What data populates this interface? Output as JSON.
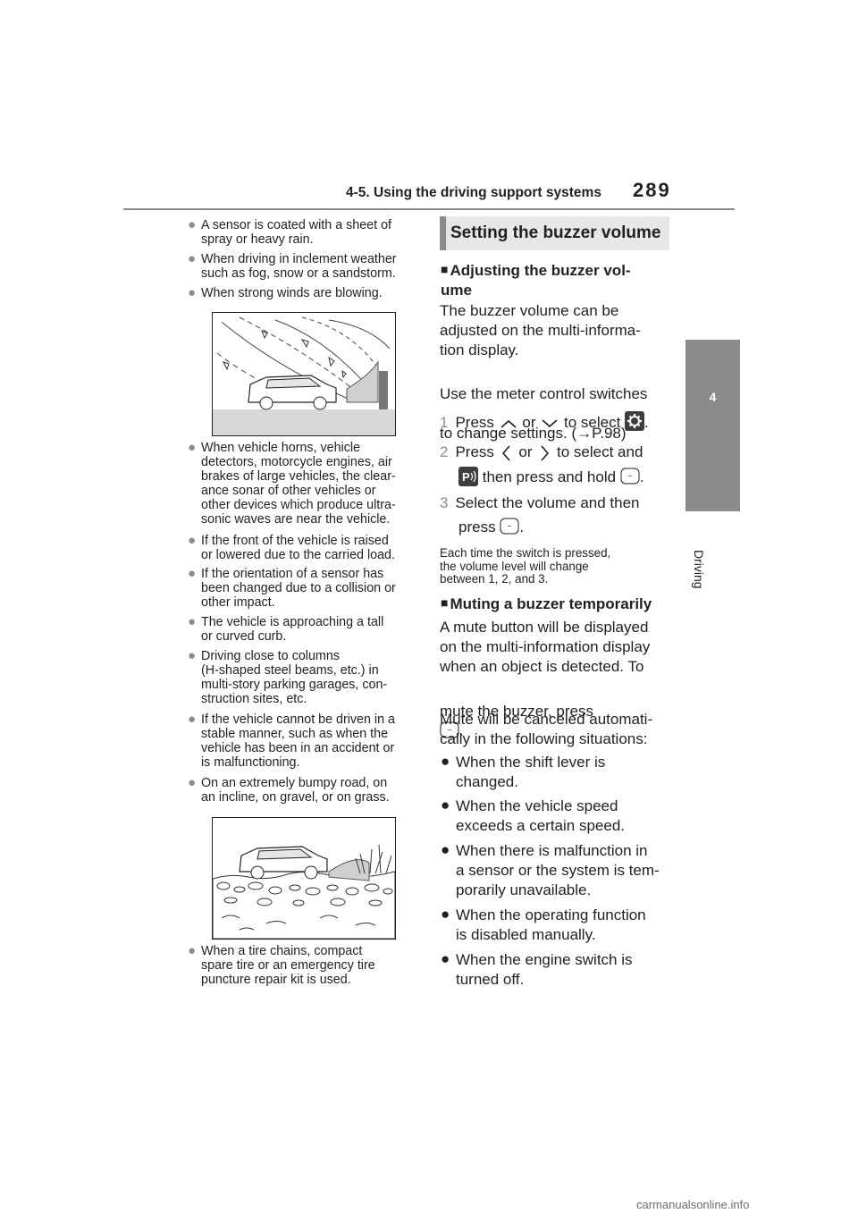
{
  "header": {
    "section_title": "4-5. Using the driving support systems",
    "page_number": "289"
  },
  "side_tab": {
    "chapter_number": "4",
    "chapter_label": "Driving"
  },
  "left_column": {
    "bullets_top": [
      "A sensor is coated with a sheet of\nspray or heavy rain.",
      "When driving in inclement weather\nsuch as fog, snow or a sandstorm.",
      "When strong winds are blowing."
    ],
    "bullets_middle": [
      "When vehicle horns, vehicle\ndetectors, motorcycle engines, air\nbrakes of large vehicles, the clear-\nance sonar of other vehicles or\nother devices which produce ultra-\nsonic waves are near the vehicle.",
      "If the front of the vehicle is raised\nor lowered due to the carried load.",
      "If the orientation of a sensor has\nbeen changed due to a collision or\nother impact.",
      "The vehicle is approaching a tall\nor curved curb.",
      "Driving close to columns\n(H-shaped steel beams, etc.) in\nmulti-story parking garages, con-\nstruction sites, etc.",
      "If the vehicle cannot be driven in a\nstable manner, such as when the\nvehicle has been in an accident or\nis malfunctioning.",
      "On an extremely bumpy road, on\nan incline, on gravel, or on grass."
    ],
    "bullets_bottom": [
      "When a tire chains, compact\nspare tire or an emergency tire\npuncture repair kit is used."
    ]
  },
  "right_column": {
    "section_heading": "Setting the buzzer volume",
    "adjust": {
      "heading": "Adjusting the buzzer vol-\nume",
      "para1": "The buzzer volume can be\nadjusted on the multi-informa-\ntion display.",
      "para2_line1": "Use the meter control switches",
      "para2_line2": "to change settings. (",
      "para2_arrow": "→",
      "para2_ref": "P.98)",
      "step1": {
        "num": "1",
        "press": "Press",
        "or": "or",
        "tail": "to select",
        "end": "."
      },
      "step2": {
        "num": "2",
        "press": "Press",
        "or": "or",
        "tail": "to select and",
        "line2": "then press and hold",
        "end": "."
      },
      "step3": {
        "num": "3",
        "line1": "Select the volume and then",
        "line2": "press",
        "end": "."
      },
      "note": "Each time the switch is pressed,\nthe volume level will change\nbetween 1, 2, and 3."
    },
    "mute": {
      "heading": "Muting a buzzer temporarily",
      "para1": "A mute button will be displayed\non the multi-information display\nwhen an object is detected. To",
      "para1_last": "mute the buzzer, press",
      "para1_end": ".",
      "para2": "Mute will be canceled automati-\ncally in the following situations:",
      "bullets": [
        "When the shift lever is\nchanged.",
        "When the vehicle speed\nexceeds a certain speed.",
        "When there is malfunction in\na sensor or the system is tem-\nporarily unavailable.",
        "When the operating function\nis disabled manually.",
        "When the engine switch is\nturned off."
      ]
    }
  },
  "icons": {
    "bullet": "circle-bullet",
    "up": "chevron-up-icon",
    "down": "chevron-down-icon",
    "left": "chevron-left-icon",
    "right": "chevron-right-icon",
    "settings": "gear-icon",
    "ok": "ok-button-icon",
    "parking": "parking-sensor-icon"
  },
  "watermark": "carmanualsonline.info"
}
